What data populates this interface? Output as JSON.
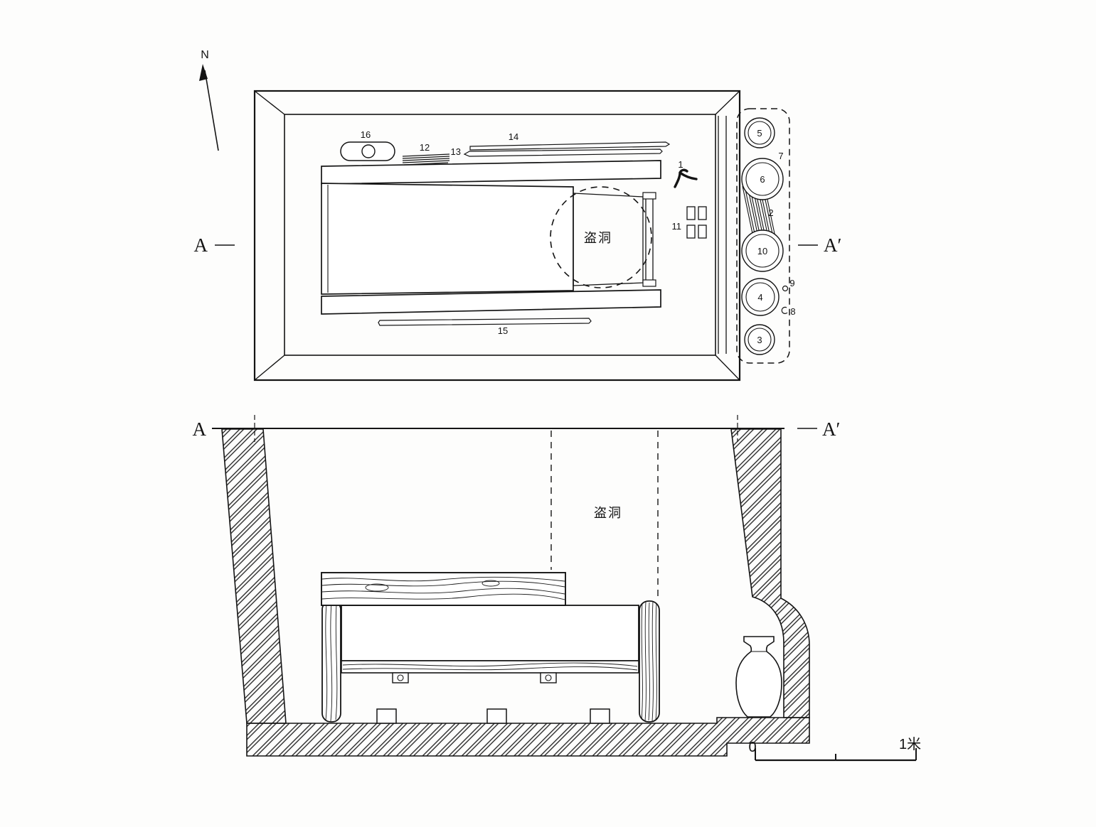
{
  "figure": {
    "north_label": "N",
    "section_label_left": "A",
    "section_label_right": "A′",
    "plan": {
      "robber_hole_label": "盗洞",
      "artifacts": {
        "a1": "1",
        "a11": "11",
        "a12": "12",
        "a13": "13",
        "a14": "14",
        "a15": "15",
        "a16": "16"
      },
      "niche_vessels": {
        "v2": "2",
        "v3": "3",
        "v4": "4",
        "v5": "5",
        "v6": "6",
        "v7": "7",
        "v8": "8",
        "v9": "9",
        "v10": "10"
      }
    },
    "section": {
      "robber_hole_label": "盗洞",
      "scale": {
        "zero": "0",
        "unit": "1米"
      }
    }
  }
}
